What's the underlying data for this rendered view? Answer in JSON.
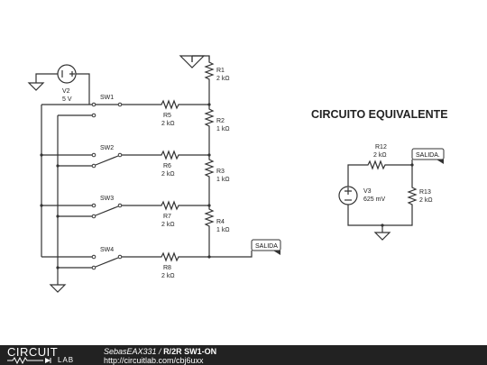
{
  "circuit": {
    "components": {
      "V2": {
        "name": "V2",
        "value": "5 V"
      },
      "R1": {
        "name": "R1",
        "value": "2 kΩ"
      },
      "R2": {
        "name": "R2",
        "value": "1 kΩ"
      },
      "R3": {
        "name": "R3",
        "value": "1 kΩ"
      },
      "R4": {
        "name": "R4",
        "value": "1 kΩ"
      },
      "R5": {
        "name": "R5",
        "value": "2 kΩ"
      },
      "R6": {
        "name": "R6",
        "value": "2 kΩ"
      },
      "R7": {
        "name": "R7",
        "value": "2 kΩ"
      },
      "R8": {
        "name": "R8",
        "value": "2 kΩ"
      },
      "SW1": {
        "name": "SW1"
      },
      "SW2": {
        "name": "SW2"
      },
      "SW3": {
        "name": "SW3"
      },
      "SW4": {
        "name": "SW4"
      }
    },
    "output_tag": "SALIDA"
  },
  "equivalent": {
    "title": "CIRCUITO EQUIVALENTE",
    "R12": {
      "name": "R12",
      "value": "2 kΩ"
    },
    "R13": {
      "name": "R13",
      "value": "2 kΩ"
    },
    "V3": {
      "name": "V3",
      "value": "625 mV"
    },
    "output_tag": "SALIDA."
  },
  "footer": {
    "logo_top": "CIRCUIT",
    "logo_bottom": "LAB",
    "author": "SebasEAX331",
    "separator": " / ",
    "circuit_name": "R/2R SW1-ON",
    "url": "http://circuitlab.com/cbj6uxx"
  }
}
